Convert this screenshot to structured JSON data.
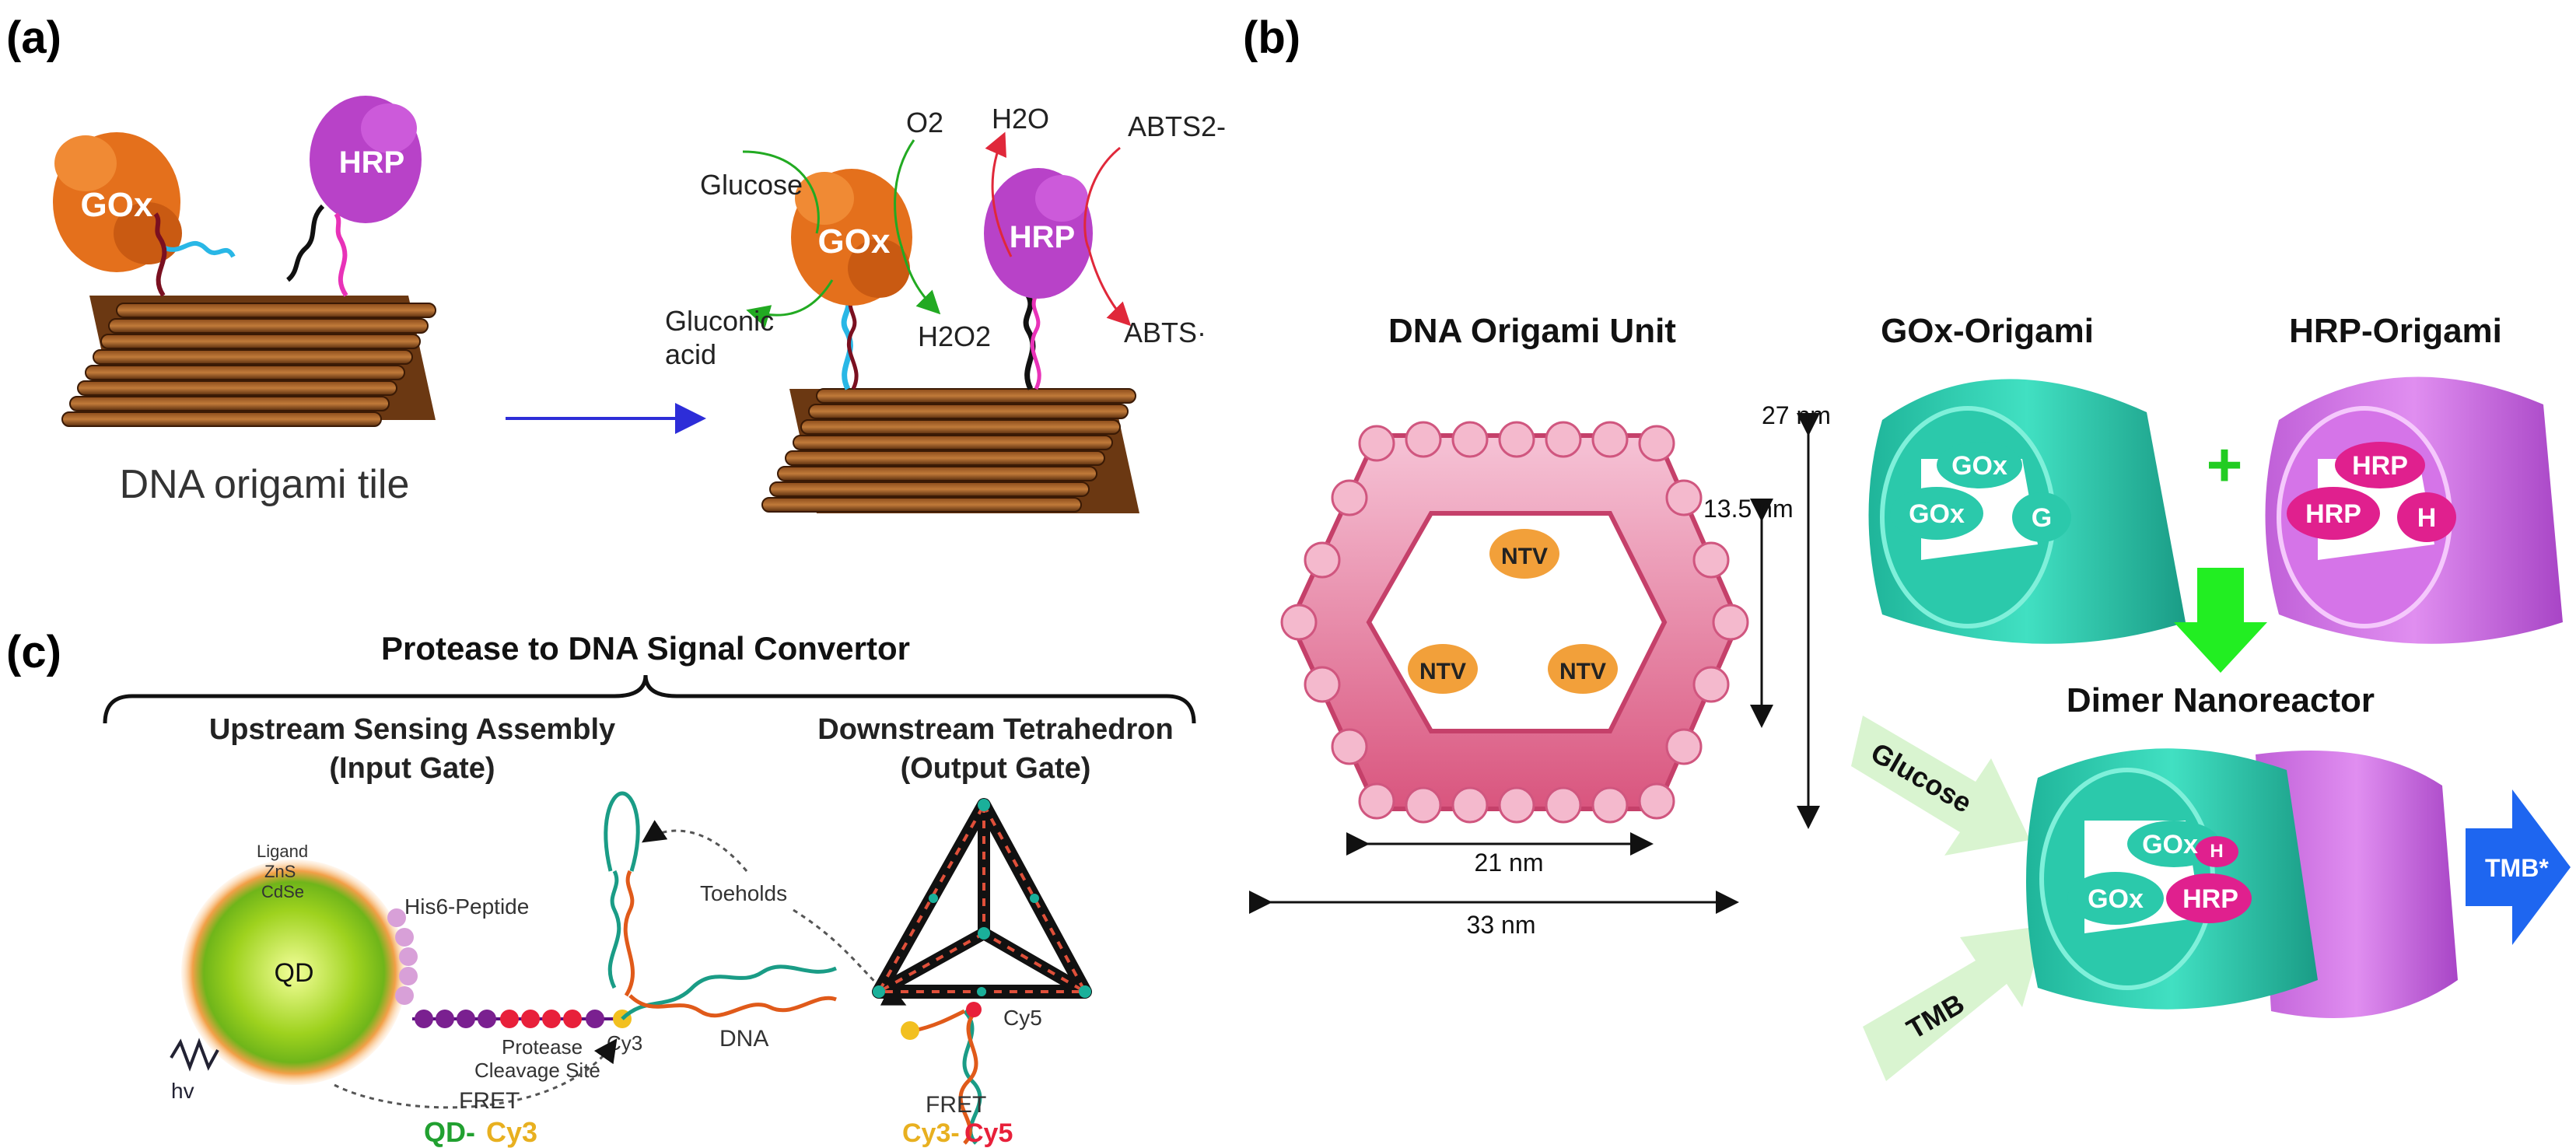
{
  "panel_labels": {
    "a": "(a)",
    "b": "(b)",
    "c": "(c)"
  },
  "panel_a": {
    "gox": "GOx",
    "hrp": "HRP",
    "glucose": "Glucose",
    "o2": "O2",
    "h2o": "H2O",
    "abts2": "ABTS2-",
    "gluconic_1": "Gluconic",
    "gluconic_2": "acid",
    "h2o2": "H2O2",
    "abts1": "ABTS·",
    "tile_caption": "DNA origami tile"
  },
  "panel_b": {
    "unit_title": "DNA Origami Unit",
    "gox_origami": "GOx-Origami",
    "hrp_origami": "HRP-Origami",
    "ntv": "NTV",
    "dim_27": "27 nm",
    "dim_135": "13.5 nm",
    "dim_21": "21 nm",
    "dim_33": "33 nm",
    "gox": "GOx",
    "gox_partial": "G",
    "hrp": "HRP",
    "hrp_partial": "H",
    "plus": "+",
    "dimer": "Dimer Nanoreactor",
    "glucose": "Glucose",
    "tmb": "TMB",
    "tmb_star": "TMB*"
  },
  "panel_c": {
    "title": "Protease to DNA Signal Convertor",
    "upstream_1": "Upstream Sensing Assembly",
    "upstream_2": "(Input Gate)",
    "downstream_1": "Downstream Tetrahedron",
    "downstream_2": "(Output Gate)",
    "ligand": "Ligand",
    "zns": "ZnS",
    "cdse": "CdSe",
    "his": "His6-Peptide",
    "qd": "QD",
    "protease_1": "Protease",
    "protease_2": "Cleavage Site",
    "cy3": "Cy3",
    "dna": "DNA",
    "toeholds": "Toeholds",
    "cy5": "Cy5",
    "fret": "FRET",
    "fret_qd": "QD-",
    "fret_qd_cy3": "Cy3",
    "fret2": "FRET",
    "fret_cy3": "Cy3-",
    "fret_cy5": "Cy5",
    "hv": "hv"
  }
}
